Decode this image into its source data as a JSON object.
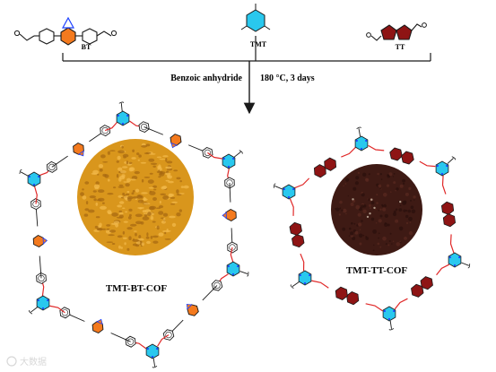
{
  "monomers": {
    "bt": {
      "label": "BT"
    },
    "tmt": {
      "label": "TMT"
    },
    "tt": {
      "label": "TT"
    }
  },
  "conditions": {
    "reagent": "Benzoic anhydride",
    "temperature_time": "180 °C, 3 days"
  },
  "products": {
    "bt_cof": {
      "label": "TMT-BT-COF",
      "color_hex": "#d9961c"
    },
    "tt_cof": {
      "label": "TMT-TT-COF",
      "color_hex": "#3e1a14"
    }
  },
  "colors": {
    "triazine": "#29c8ee",
    "nitrogen": "#1c40ff",
    "vinylene": "#e02828",
    "benzothiadiazole": "#f47a1e",
    "thienothiophene": "#8e1414",
    "bond": "#1a1a1a"
  },
  "watermark": {
    "text": "大数据"
  }
}
